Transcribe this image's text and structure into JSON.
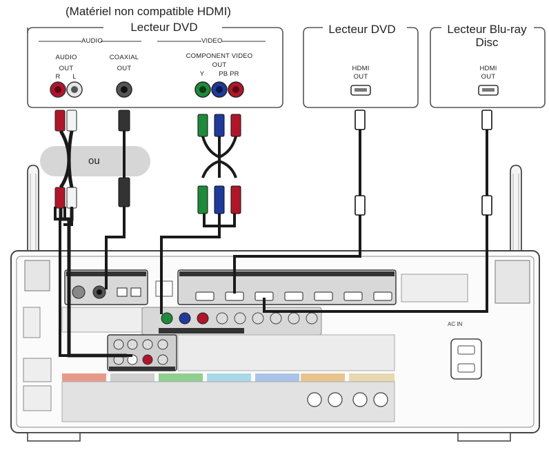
{
  "note": "(Matériel non compatible HDMI)",
  "devices": {
    "dvd_analog": {
      "title": "Lecteur DVD",
      "audio_group": "AUDIO",
      "video_group": "VIDEO",
      "audio_out_label_1": "AUDIO",
      "audio_out_label_2": "OUT",
      "audio_r": "R",
      "audio_l": "L",
      "coaxial_label_1": "COAXIAL",
      "coaxial_label_2": "OUT",
      "component_label_1": "COMPONENT VIDEO",
      "component_label_2": "OUT",
      "comp_y": "Y",
      "comp_pb_pr": "PB PR"
    },
    "dvd_hdmi": {
      "title": "Lecteur DVD",
      "hdmi_label_1": "HDMI",
      "hdmi_label_2": "OUT"
    },
    "bluray_hdmi": {
      "title_1": "Lecteur Blu-ray",
      "title_2": "Disc",
      "hdmi_label_1": "HDMI",
      "hdmi_label_2": "OUT"
    }
  },
  "or_label": "ou",
  "receiver": {
    "ac_in": "AC IN"
  },
  "colors": {
    "cable": "#1a1a1a",
    "jack_red": "#b0162a",
    "jack_green": "#1f8a3a",
    "jack_blue": "#1f3a9a",
    "jack_white": "#e6e6e6",
    "device_border": "#555555",
    "receiver_border": "#444444",
    "or_bubble": "#d6d6d6"
  }
}
